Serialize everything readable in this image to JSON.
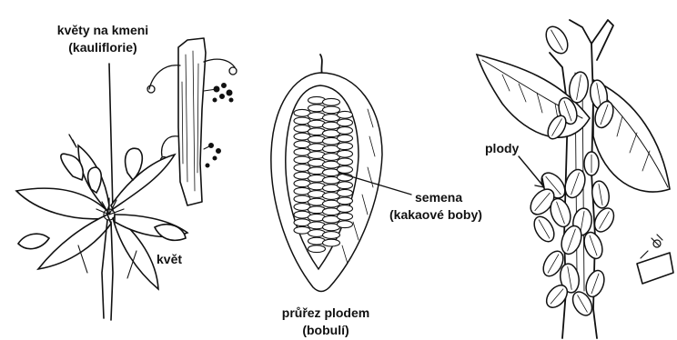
{
  "labels": {
    "flowers_on_trunk_line1": "květy na kmeni",
    "flowers_on_trunk_line2": "(kauliflorie)",
    "flower": "květ",
    "cross_section_line1": "průřez plodem",
    "cross_section_line2": "(bobulí)",
    "seeds_line1": "semena",
    "seeds_line2": "(kakaové boby)",
    "fruits": "plody"
  },
  "colors": {
    "ink": "#111111",
    "background": "#ffffff"
  }
}
